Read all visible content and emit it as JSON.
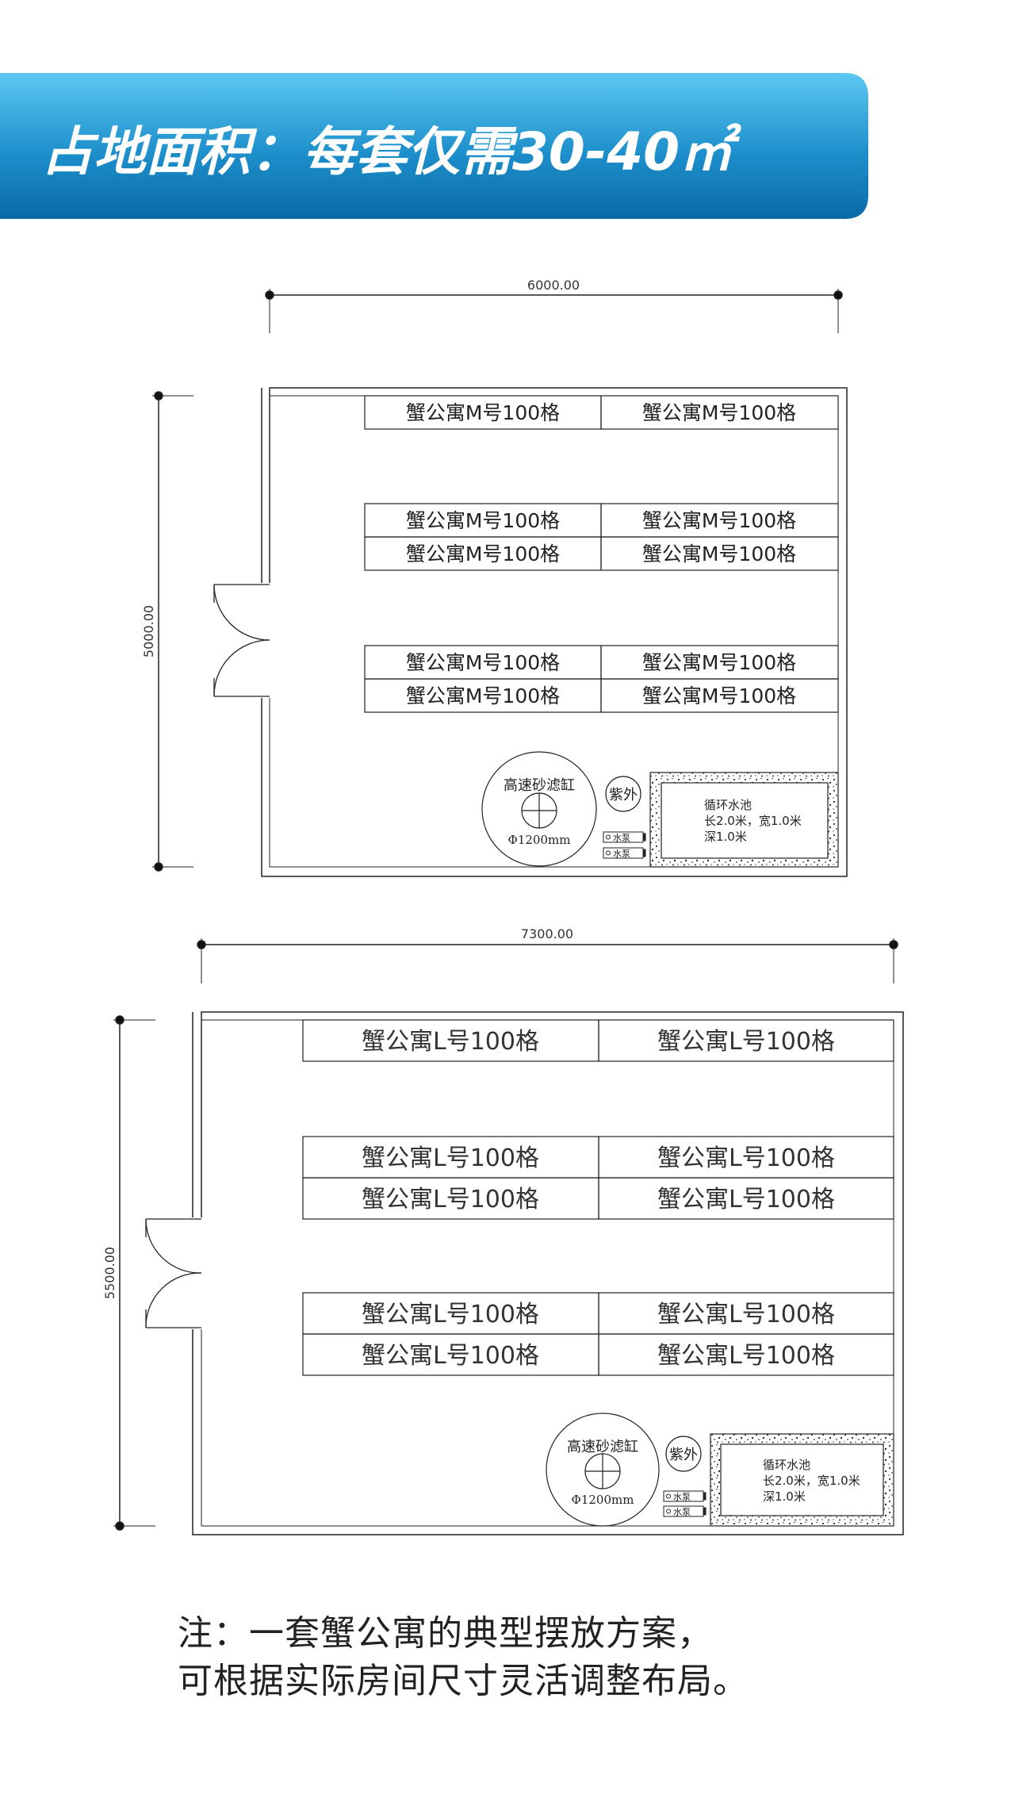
{
  "banner": {
    "title": "占地面积：每套仅需30-40㎡",
    "colors": {
      "top": "#55c3ef",
      "bottom": "#0d6fab",
      "text": "#ffffff"
    }
  },
  "plans": [
    {
      "id": "plan-m",
      "width_label": "6000.00",
      "height_label": "5000.00",
      "unit_label": "蟹公寓M号100格",
      "filter_label": "高速砂滤缸",
      "filter_size": "Φ1200mm",
      "uv_label": "紫外",
      "pump_label": "水泵",
      "pool": {
        "title": "循环水池",
        "line1": "长2.0米，宽1.0米",
        "line2": "深1.0米"
      }
    },
    {
      "id": "plan-l",
      "width_label": "7300.00",
      "height_label": "5500.00",
      "unit_label": "蟹公寓L号100格",
      "filter_label": "高速砂滤缸",
      "filter_size": "Φ1200mm",
      "uv_label": "紫外",
      "pump_label": "水泵",
      "pool": {
        "title": "循环水池",
        "line1": "长2.0米，宽1.0米",
        "line2": "深1.0米"
      }
    }
  ],
  "note": {
    "line1": "注：一套蟹公寓的典型摆放方案，",
    "line2": "可根据实际房间尺寸灵活调整布局。"
  }
}
